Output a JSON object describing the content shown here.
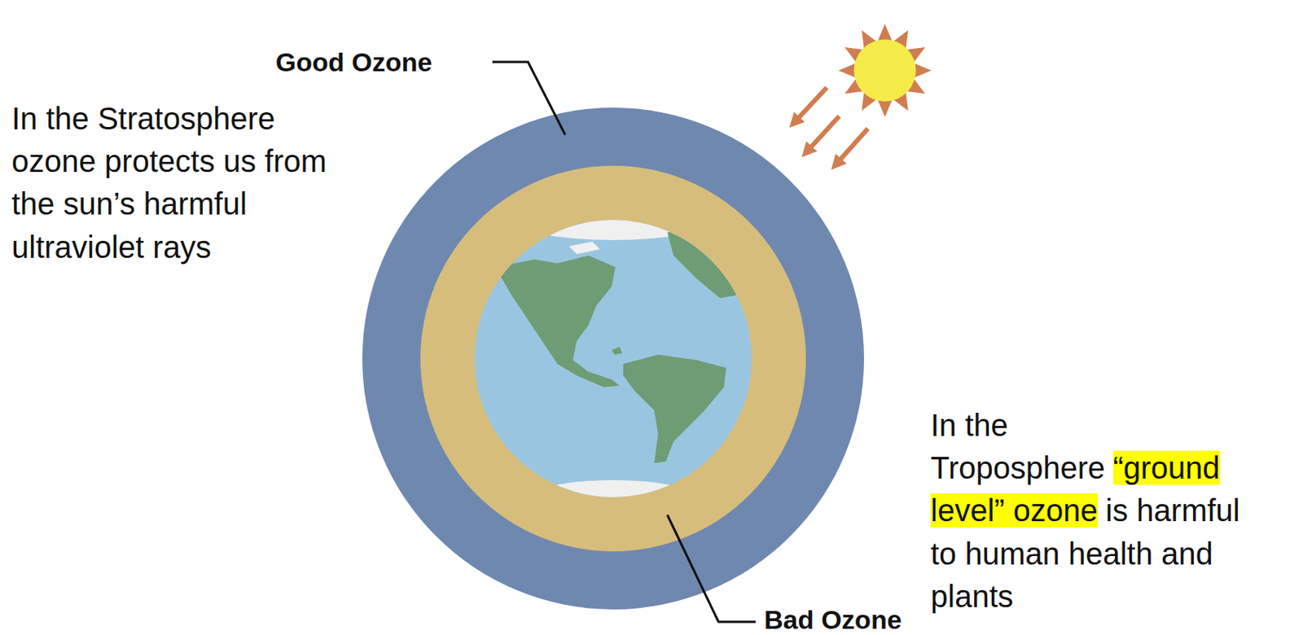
{
  "diagram": {
    "labels": [
      "Good Ozone",
      "In the Stratosphere ozone protects us from the sun’s harmful ultraviolet rays",
      "In the Troposphere",
      "“ground level” ozone",
      "is harmful to human health and plants",
      "Bad Ozone"
    ]
  }
}
